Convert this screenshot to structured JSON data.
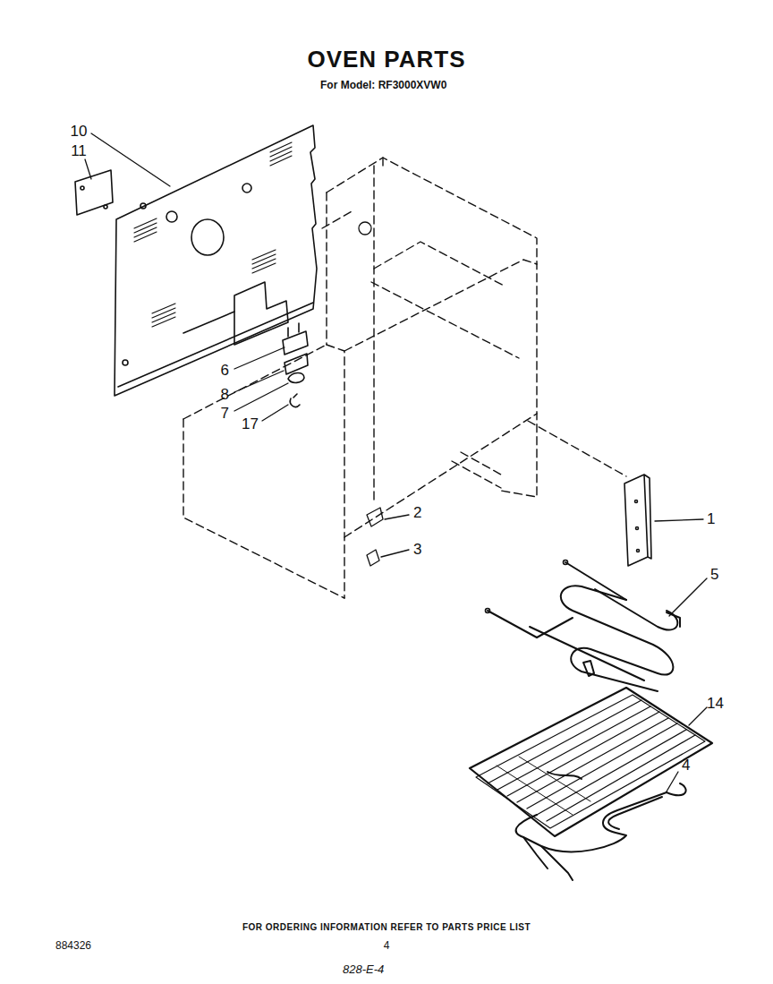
{
  "diagram": {
    "title": "OVEN PARTS",
    "labels": [
      "For Model: RF3000XVW0",
      "10",
      "11",
      "6",
      "8",
      "7",
      "17",
      "2",
      "3",
      "1",
      "5",
      "14",
      "4",
      "FOR ORDERING INFORMATION REFER TO PARTS PRICE LIST",
      "884326",
      "4",
      "828-E-4"
    ]
  }
}
